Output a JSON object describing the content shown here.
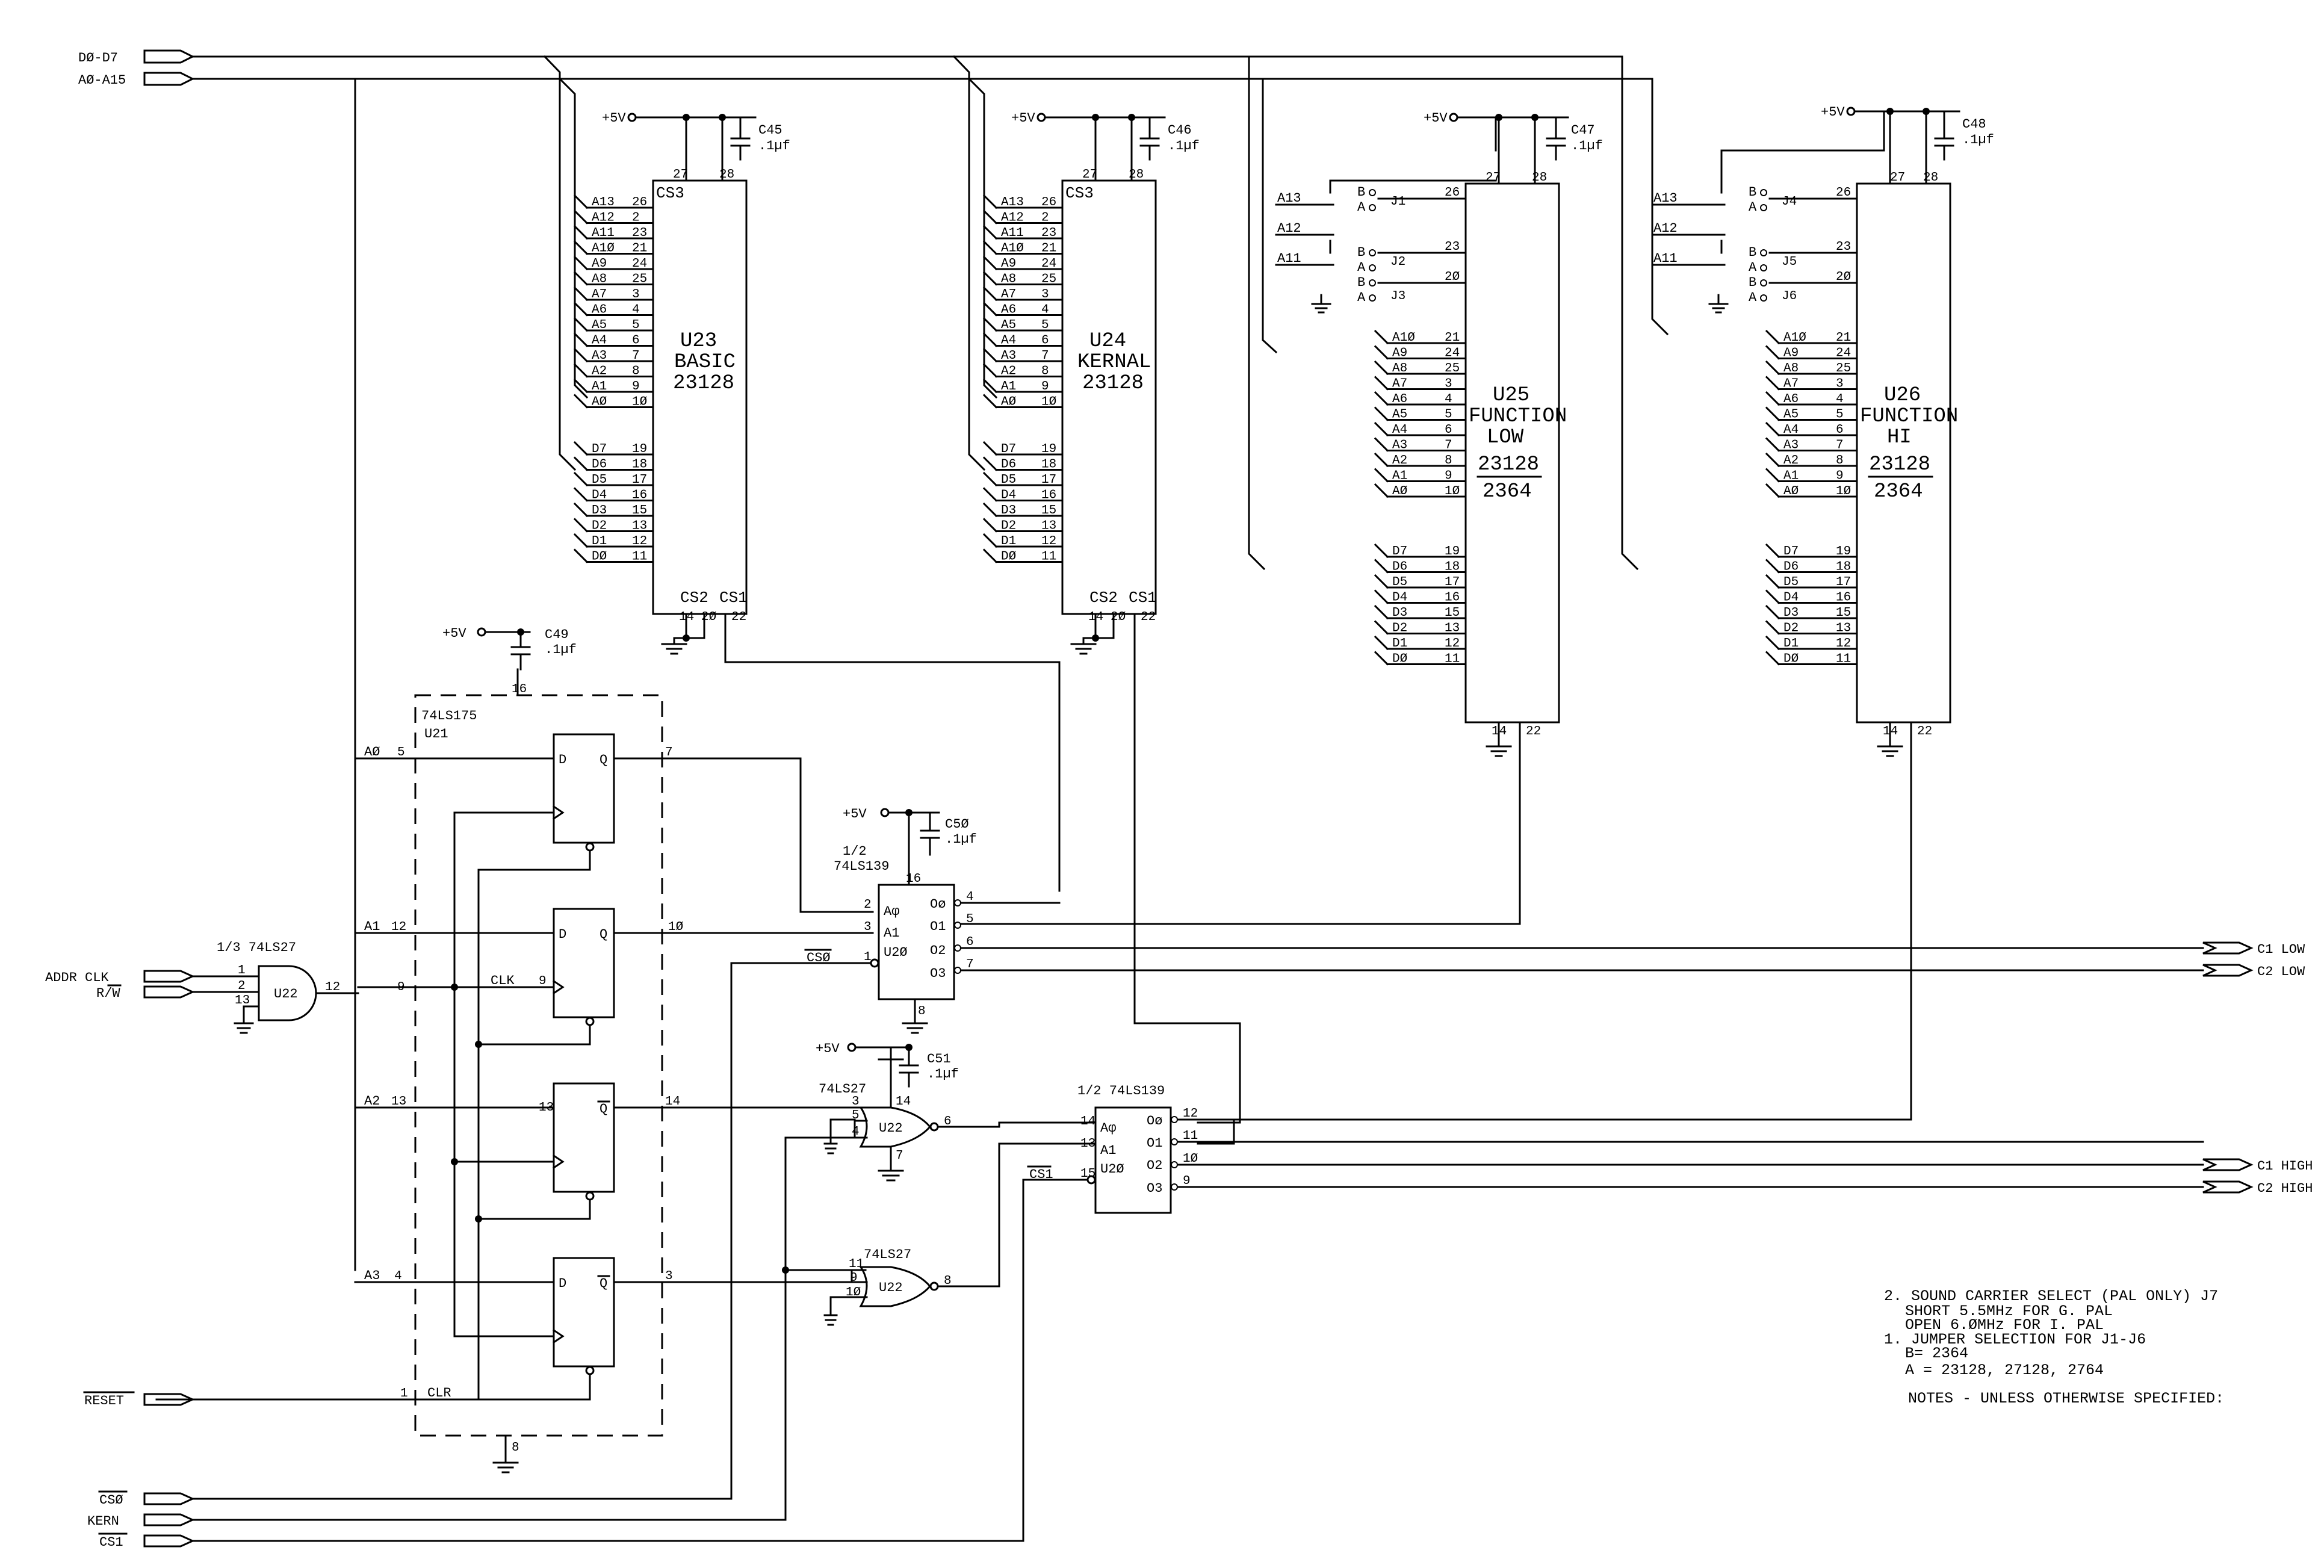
{
  "signals": {
    "data_bus": "DØ-D7",
    "addr_bus": "AØ-A15",
    "addr_clk": "ADDR CLK",
    "rw": "R/W",
    "reset": "RESET",
    "cs0": "CSØ",
    "kern": "KERN",
    "cs1": "CS1",
    "c1_low": "C1 LOW",
    "c2_low": "C2 LOW",
    "c1_high": "C1 HIGH",
    "c2_high": "C2 HIGH",
    "plus5v": "+5V",
    "cs0_bar": "CSØ",
    "cs1_bar": "CS1",
    "clk": "CLK",
    "clr": "CLR"
  },
  "chips": {
    "u23": {
      "ref": "U23",
      "name": "BASIC",
      "part": "23128"
    },
    "u24": {
      "ref": "U24",
      "name": "KERNAL",
      "part": "23128"
    },
    "u25": {
      "ref": "U25",
      "name": "FUNCTION",
      "name2": "LOW",
      "part": "23128",
      "part2": "2364"
    },
    "u26": {
      "ref": "U26",
      "name": "FUNCTION",
      "name2": "HI",
      "part": "23128",
      "part2": "2364"
    },
    "u21": {
      "type": "74LS175",
      "ref": "U21"
    },
    "u20a": {
      "type_frac": "1/2",
      "type": "74LS139",
      "ref": "U2Ø"
    },
    "u20b": {
      "type": "1/2 74LS139",
      "ref": "U2Ø"
    },
    "u22a": {
      "type": "1/3 74LS27",
      "ref": "U22"
    },
    "u22b": {
      "type": "74LS27",
      "ref": "U22"
    },
    "u22c": {
      "type": "74LS27",
      "ref": "U22"
    }
  },
  "caps": [
    {
      "ref": "C45",
      "value": ".1µf"
    },
    {
      "ref": "C46",
      "value": ".1µf"
    },
    {
      "ref": "C47",
      "value": ".1µf"
    },
    {
      "ref": "C48",
      "value": ".1µf"
    },
    {
      "ref": "C49",
      "value": ".1µf"
    },
    {
      "ref": "C5Ø",
      "value": ".1µf"
    },
    {
      "ref": "C51",
      "value": ".1µf"
    }
  ],
  "rom_pins": {
    "addr_lines": [
      "A13",
      "A12",
      "A11",
      "A1Ø",
      "A9",
      "A8",
      "A7",
      "A6",
      "A5",
      "A4",
      "A3",
      "A2",
      "A1",
      "AØ"
    ],
    "addr_pins": [
      "26",
      "2",
      "23",
      "21",
      "24",
      "25",
      "3",
      "4",
      "5",
      "6",
      "7",
      "8",
      "9",
      "1Ø"
    ],
    "data_lines": [
      "D7",
      "D6",
      "D5",
      "D4",
      "D3",
      "D2",
      "D1",
      "DØ"
    ],
    "data_pins": [
      "19",
      "18",
      "17",
      "16",
      "15",
      "13",
      "12",
      "11"
    ],
    "addr_lines_low": [
      "A1Ø",
      "A9",
      "A8",
      "A7",
      "A6",
      "A5",
      "A4",
      "A3",
      "A2",
      "A1",
      "AØ"
    ],
    "addr_pins_low": [
      "21",
      "24",
      "25",
      "3",
      "4",
      "5",
      "6",
      "7",
      "8",
      "9",
      "1Ø"
    ],
    "cs3": "CS3",
    "cs2": "CS2",
    "cs1": "CS1",
    "vcc_pins": [
      "27",
      "28"
    ],
    "gnd_pin": "14",
    "oe_pin": "2Ø",
    "ce_pin": "22"
  },
  "jumpers": {
    "b": "B",
    "a": "A",
    "u25": [
      "J1",
      "J2",
      "J3"
    ],
    "u26": [
      "J4",
      "J5",
      "J6"
    ],
    "pins": [
      "26",
      "23",
      "2Ø"
    ]
  },
  "ff": {
    "d": "D",
    "q": "Q",
    "qbar": "Q",
    "inputs": [
      "AØ",
      "A1",
      "A2",
      "A3"
    ],
    "in_pins": [
      "5",
      "12",
      "13",
      "4"
    ],
    "out_pins": [
      "7",
      "1Ø",
      "14",
      "3"
    ],
    "clk_pin": "9",
    "clr_pin": "1",
    "vcc_pin": "16",
    "gnd_pin": "8",
    "q13": "13"
  },
  "dec": {
    "a0": "Aφ",
    "a1": "A1",
    "o0": "Oø",
    "o1": "O1",
    "o2": "O2",
    "o3": "O3",
    "a_pins": [
      "2",
      "3"
    ],
    "g_pin": "1",
    "vcc": "16",
    "gnd": "8",
    "out_pins": [
      "4",
      "5",
      "6",
      "7"
    ],
    "b_pins": [
      "14",
      "13"
    ],
    "b_g": "15",
    "b_out": [
      "12",
      "11",
      "1Ø",
      "9"
    ]
  },
  "gates": {
    "g1_in": [
      "1",
      "2",
      "13"
    ],
    "g1_out": "12",
    "g2_in": [
      "3",
      "5",
      "4"
    ],
    "g2_out": "6",
    "g2_vcc": "14",
    "g2_gnd": "7",
    "g3_in": [
      "11",
      "9",
      "1Ø"
    ],
    "g3_out": "8"
  },
  "notes": [
    "2. SOUND CARRIER SELECT (PAL ONLY) J7",
    "SHORT 5.5MHz FOR G. PAL",
    "OPEN  6.ØMHz FOR I. PAL",
    "1. JUMPER SELECTION FOR J1-J6",
    "B= 2364",
    "A = 23128, 27128, 2764",
    "NOTES - UNLESS OTHERWISE SPECIFIED:"
  ]
}
